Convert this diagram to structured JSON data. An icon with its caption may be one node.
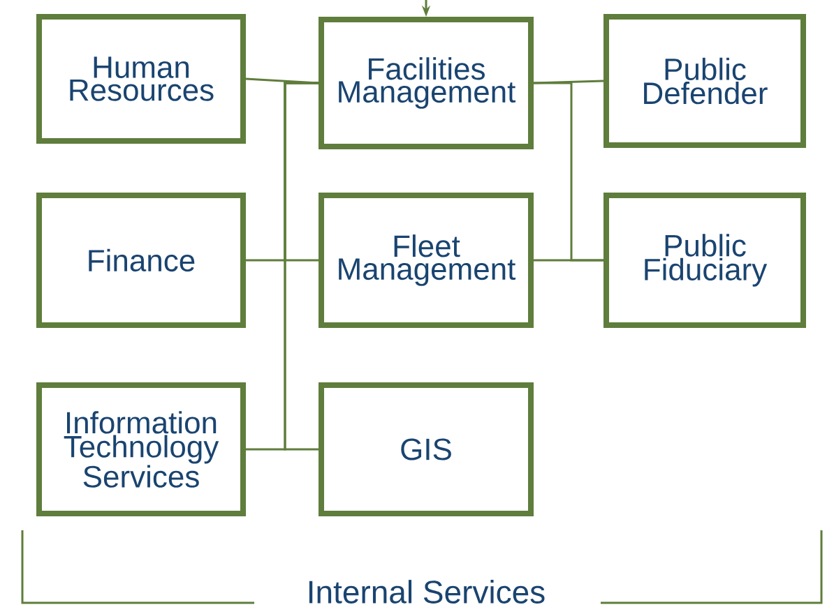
{
  "diagram": {
    "nodes": [
      {
        "text": [
          "Human Resources"
        ]
      },
      {
        "text": [
          "Facilities Management"
        ]
      },
      {
        "text": [
          "Public Defender"
        ]
      },
      {
        "text": [
          "Finance"
        ]
      },
      {
        "text": [
          "Fleet Management"
        ]
      },
      {
        "text": [
          "Public Fiduciary"
        ]
      },
      {
        "text": [
          "Information Technology Services"
        ]
      },
      {
        "text": [
          "GIS"
        ]
      }
    ],
    "edges": [
      {
        "from": null,
        "to": 1,
        "arrow": "to"
      },
      {
        "from": 1,
        "to": 0,
        "arrow": "none"
      },
      {
        "from": 1,
        "to": 3,
        "arrow": "none"
      },
      {
        "from": 1,
        "to": 4,
        "arrow": "none"
      },
      {
        "from": 1,
        "to": 6,
        "arrow": "none"
      },
      {
        "from": 1,
        "to": 7,
        "arrow": "none"
      },
      {
        "from": 1,
        "to": 2,
        "arrow": "none"
      },
      {
        "from": 1,
        "to": 5,
        "arrow": "none"
      },
      {
        "from": 4,
        "to": 5,
        "arrow": "none"
      }
    ],
    "labels": [
      "Internal Services"
    ]
  }
}
